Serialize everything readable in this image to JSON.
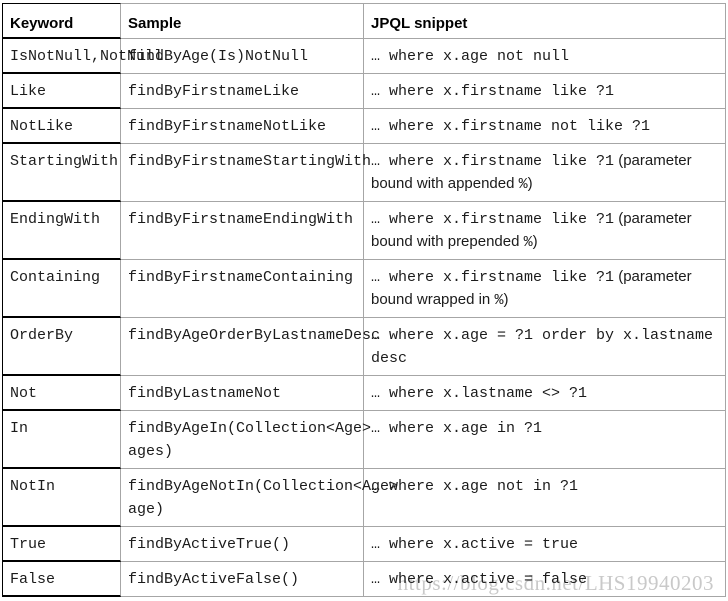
{
  "table": {
    "headers": [
      {
        "label": "Keyword"
      },
      {
        "label": "Sample"
      },
      {
        "label": "JPQL snippet"
      }
    ],
    "rows": [
      {
        "size": "single",
        "keyword": "IsNotNull,NotNull",
        "sample": "findByAge(Is)NotNull",
        "jpql": [
          {
            "c": "… where x.age not null"
          }
        ]
      },
      {
        "size": "single",
        "keyword": "Like",
        "sample": "findByFirstnameLike",
        "jpql": [
          {
            "c": "… where x.firstname like ?1"
          }
        ]
      },
      {
        "size": "single",
        "keyword": "NotLike",
        "sample": "findByFirstnameNotLike",
        "jpql": [
          {
            "c": "… where x.firstname not like ?1"
          }
        ]
      },
      {
        "size": "tall",
        "keyword": "StartingWith",
        "sample": "findByFirstnameStartingWith",
        "jpql": [
          {
            "c": "… where x.firstname like ?1"
          },
          {
            "p": " (parameter bound with appended "
          },
          {
            "c": "%"
          },
          {
            "p": ")"
          }
        ]
      },
      {
        "size": "tall",
        "keyword": "EndingWith",
        "sample": "findByFirstnameEndingWith",
        "jpql": [
          {
            "c": "… where x.firstname like ?1"
          },
          {
            "p": " (parameter bound with prepended "
          },
          {
            "c": "%"
          },
          {
            "p": ")"
          }
        ]
      },
      {
        "size": "tall",
        "keyword": "Containing",
        "sample": "findByFirstnameContaining",
        "jpql": [
          {
            "c": "… where x.firstname like ?1"
          },
          {
            "p": " (parameter bound wrapped in "
          },
          {
            "c": "%"
          },
          {
            "p": ")"
          }
        ]
      },
      {
        "size": "tall",
        "keyword": "OrderBy",
        "sample": "findByAgeOrderByLastnameDesc",
        "jpql": [
          {
            "c": "… where x.age = ?1 order by x.lastname desc"
          }
        ]
      },
      {
        "size": "single",
        "keyword": "Not",
        "sample": "findByLastnameNot",
        "jpql": [
          {
            "c": "… where x.lastname <> ?1"
          }
        ]
      },
      {
        "size": "tall",
        "keyword": "In",
        "sample": "findByAgeIn(Collection<Age> ages)",
        "jpql": [
          {
            "c": "… where x.age in ?1"
          }
        ]
      },
      {
        "size": "tall",
        "keyword": "NotIn",
        "sample": "findByAgeNotIn(Collection<Age> age)",
        "jpql": [
          {
            "c": "… where x.age not in ?1"
          }
        ]
      },
      {
        "size": "single",
        "keyword": "True",
        "sample": "findByActiveTrue()",
        "jpql": [
          {
            "c": "… where x.active = true"
          }
        ]
      },
      {
        "size": "single",
        "keyword": "False",
        "sample": "findByActiveFalse()",
        "jpql": [
          {
            "c": "… where x.active = false"
          }
        ]
      }
    ]
  },
  "watermark": "https://blog.csdn.net/LHS19940203",
  "colors": {
    "border_gray": "#a6a6a6",
    "border_black": "#000000",
    "text": "#1b1b1b",
    "watermark": "#c9c9c9",
    "bg": "#ffffff"
  }
}
